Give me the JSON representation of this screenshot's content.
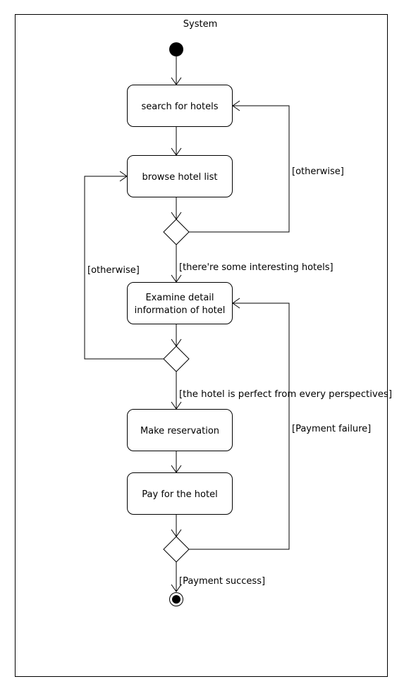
{
  "diagram": {
    "swimlane_title": "System",
    "actions": {
      "search": "search for hotels",
      "browse": "browse hotel list",
      "examine_line1": "Examine detail",
      "examine_line2": "information of hotel",
      "reserve": "Make reservation",
      "pay": "Pay for the hotel"
    },
    "guards": {
      "otherwise_right": "[otherwise]",
      "interesting": "[there're some interesting hotels]",
      "otherwise_left": "[otherwise]",
      "perfect": "[the hotel is perfect from every perspectives]",
      "payment_failure": "[Payment failure]",
      "payment_success": "[Payment success]"
    }
  }
}
